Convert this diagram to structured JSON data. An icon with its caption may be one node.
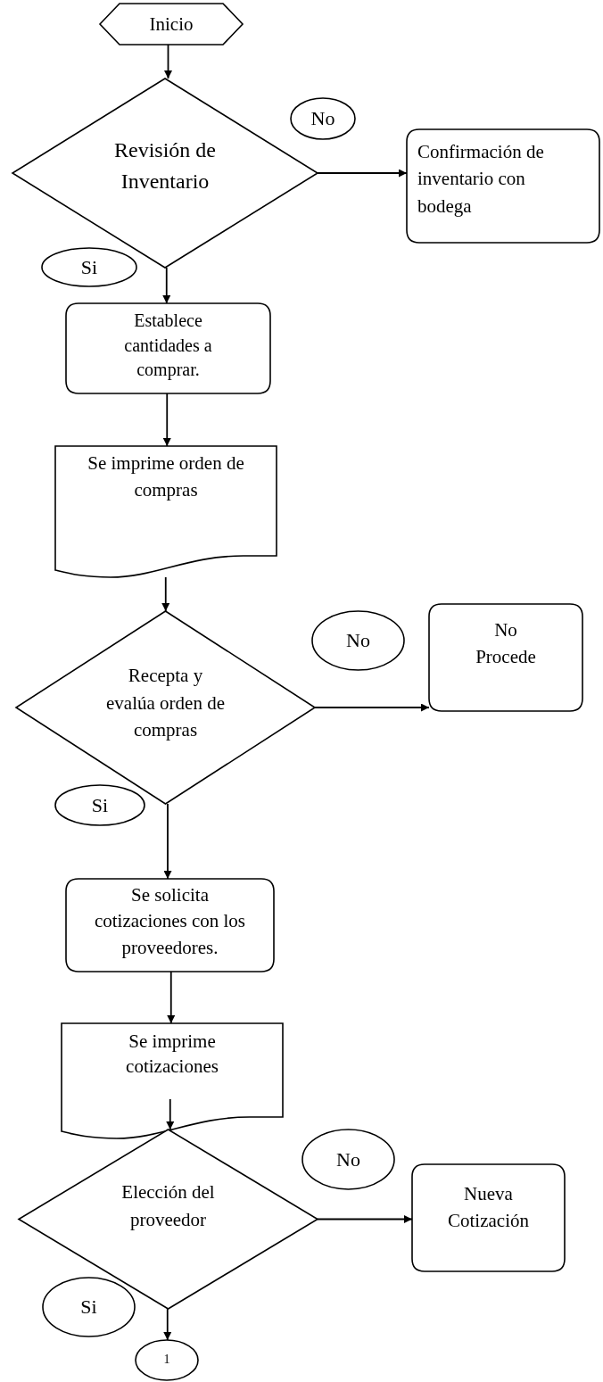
{
  "diagram": {
    "nodes": [
      {
        "text": [
          "Inicio"
        ]
      },
      {
        "text": [
          "No"
        ]
      },
      {
        "text": [
          "Revisión de Inventario"
        ]
      },
      {
        "text": [
          "Confirmación de inventario con bodega"
        ]
      },
      {
        "text": [
          "Si"
        ]
      },
      {
        "text": [
          "Establece cantidades a comprar."
        ]
      },
      {
        "text": [
          "Se imprime orden de compras"
        ]
      },
      {
        "text": [
          "No"
        ]
      },
      {
        "text": [
          "Recepta y evalúa orden de compras"
        ]
      },
      {
        "text": [
          "No Procede"
        ]
      },
      {
        "text": [
          "Si"
        ]
      },
      {
        "text": [
          "Se solicita cotizaciones con los proveedores."
        ]
      },
      {
        "text": [
          "Se imprime cotizaciones"
        ]
      },
      {
        "text": [
          "No"
        ]
      },
      {
        "text": [
          "Elección del proveedor"
        ]
      },
      {
        "text": [
          "Nueva Cotización"
        ]
      },
      {
        "text": [
          "Si"
        ]
      },
      {
        "text": [
          "1"
        ]
      }
    ],
    "edges": [
      {
        "from": 0,
        "to": 2,
        "arrow": "to"
      },
      {
        "from": 2,
        "to": 3,
        "arrow": "to"
      },
      {
        "from": 2,
        "to": 5,
        "arrow": "to"
      },
      {
        "from": 5,
        "to": 6,
        "arrow": "to"
      },
      {
        "from": 6,
        "to": 8,
        "arrow": "to"
      },
      {
        "from": 8,
        "to": 9,
        "arrow": "to"
      },
      {
        "from": 8,
        "to": 11,
        "arrow": "to"
      },
      {
        "from": 11,
        "to": 12,
        "arrow": "to"
      },
      {
        "from": 12,
        "to": 14,
        "arrow": "to"
      },
      {
        "from": 14,
        "to": 15,
        "arrow": "to"
      },
      {
        "from": 14,
        "to": 17,
        "arrow": "to"
      }
    ]
  }
}
